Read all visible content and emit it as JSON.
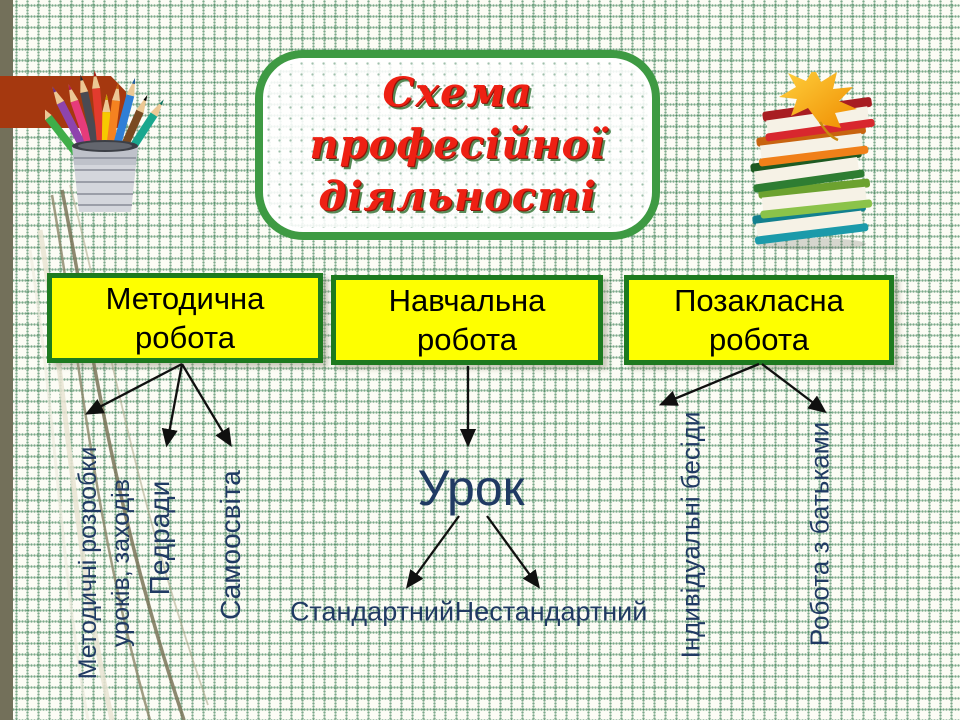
{
  "title": {
    "line1": "Схема",
    "line2": "професійної",
    "line3": "діяльності"
  },
  "topics": {
    "methodical": {
      "line1": "Методична",
      "line2": "робота"
    },
    "educational": {
      "line1": "Навчальна",
      "line2": "робота"
    },
    "extracurricular": {
      "line1": "Позакласна",
      "line2": "робота"
    }
  },
  "labels": {
    "develop": {
      "line1": "Методичні розробки",
      "line2": "уроків, заходів"
    },
    "pedrady": "Педради",
    "self_education": "Самоосвіта",
    "lesson": "Урок",
    "standard": "Стандартний",
    "nonstandard": "Нестандартний",
    "individual": "Індивідуальні бесіди",
    "parents": "Робота з батьками"
  },
  "icons": {
    "left_top": "pencil-cup-illustration",
    "right_top": "book-stack-with-maple-leaf"
  },
  "colors": {
    "box_fill": "#feff00",
    "box_border": "#1d7a1f",
    "title_text": "#ee2013",
    "title_frame": "#3e9a43",
    "diagram_text": "#203a63",
    "accent_block": "#a5380f",
    "side_bar": "#73705a",
    "grid_dots": "#2f764a"
  }
}
